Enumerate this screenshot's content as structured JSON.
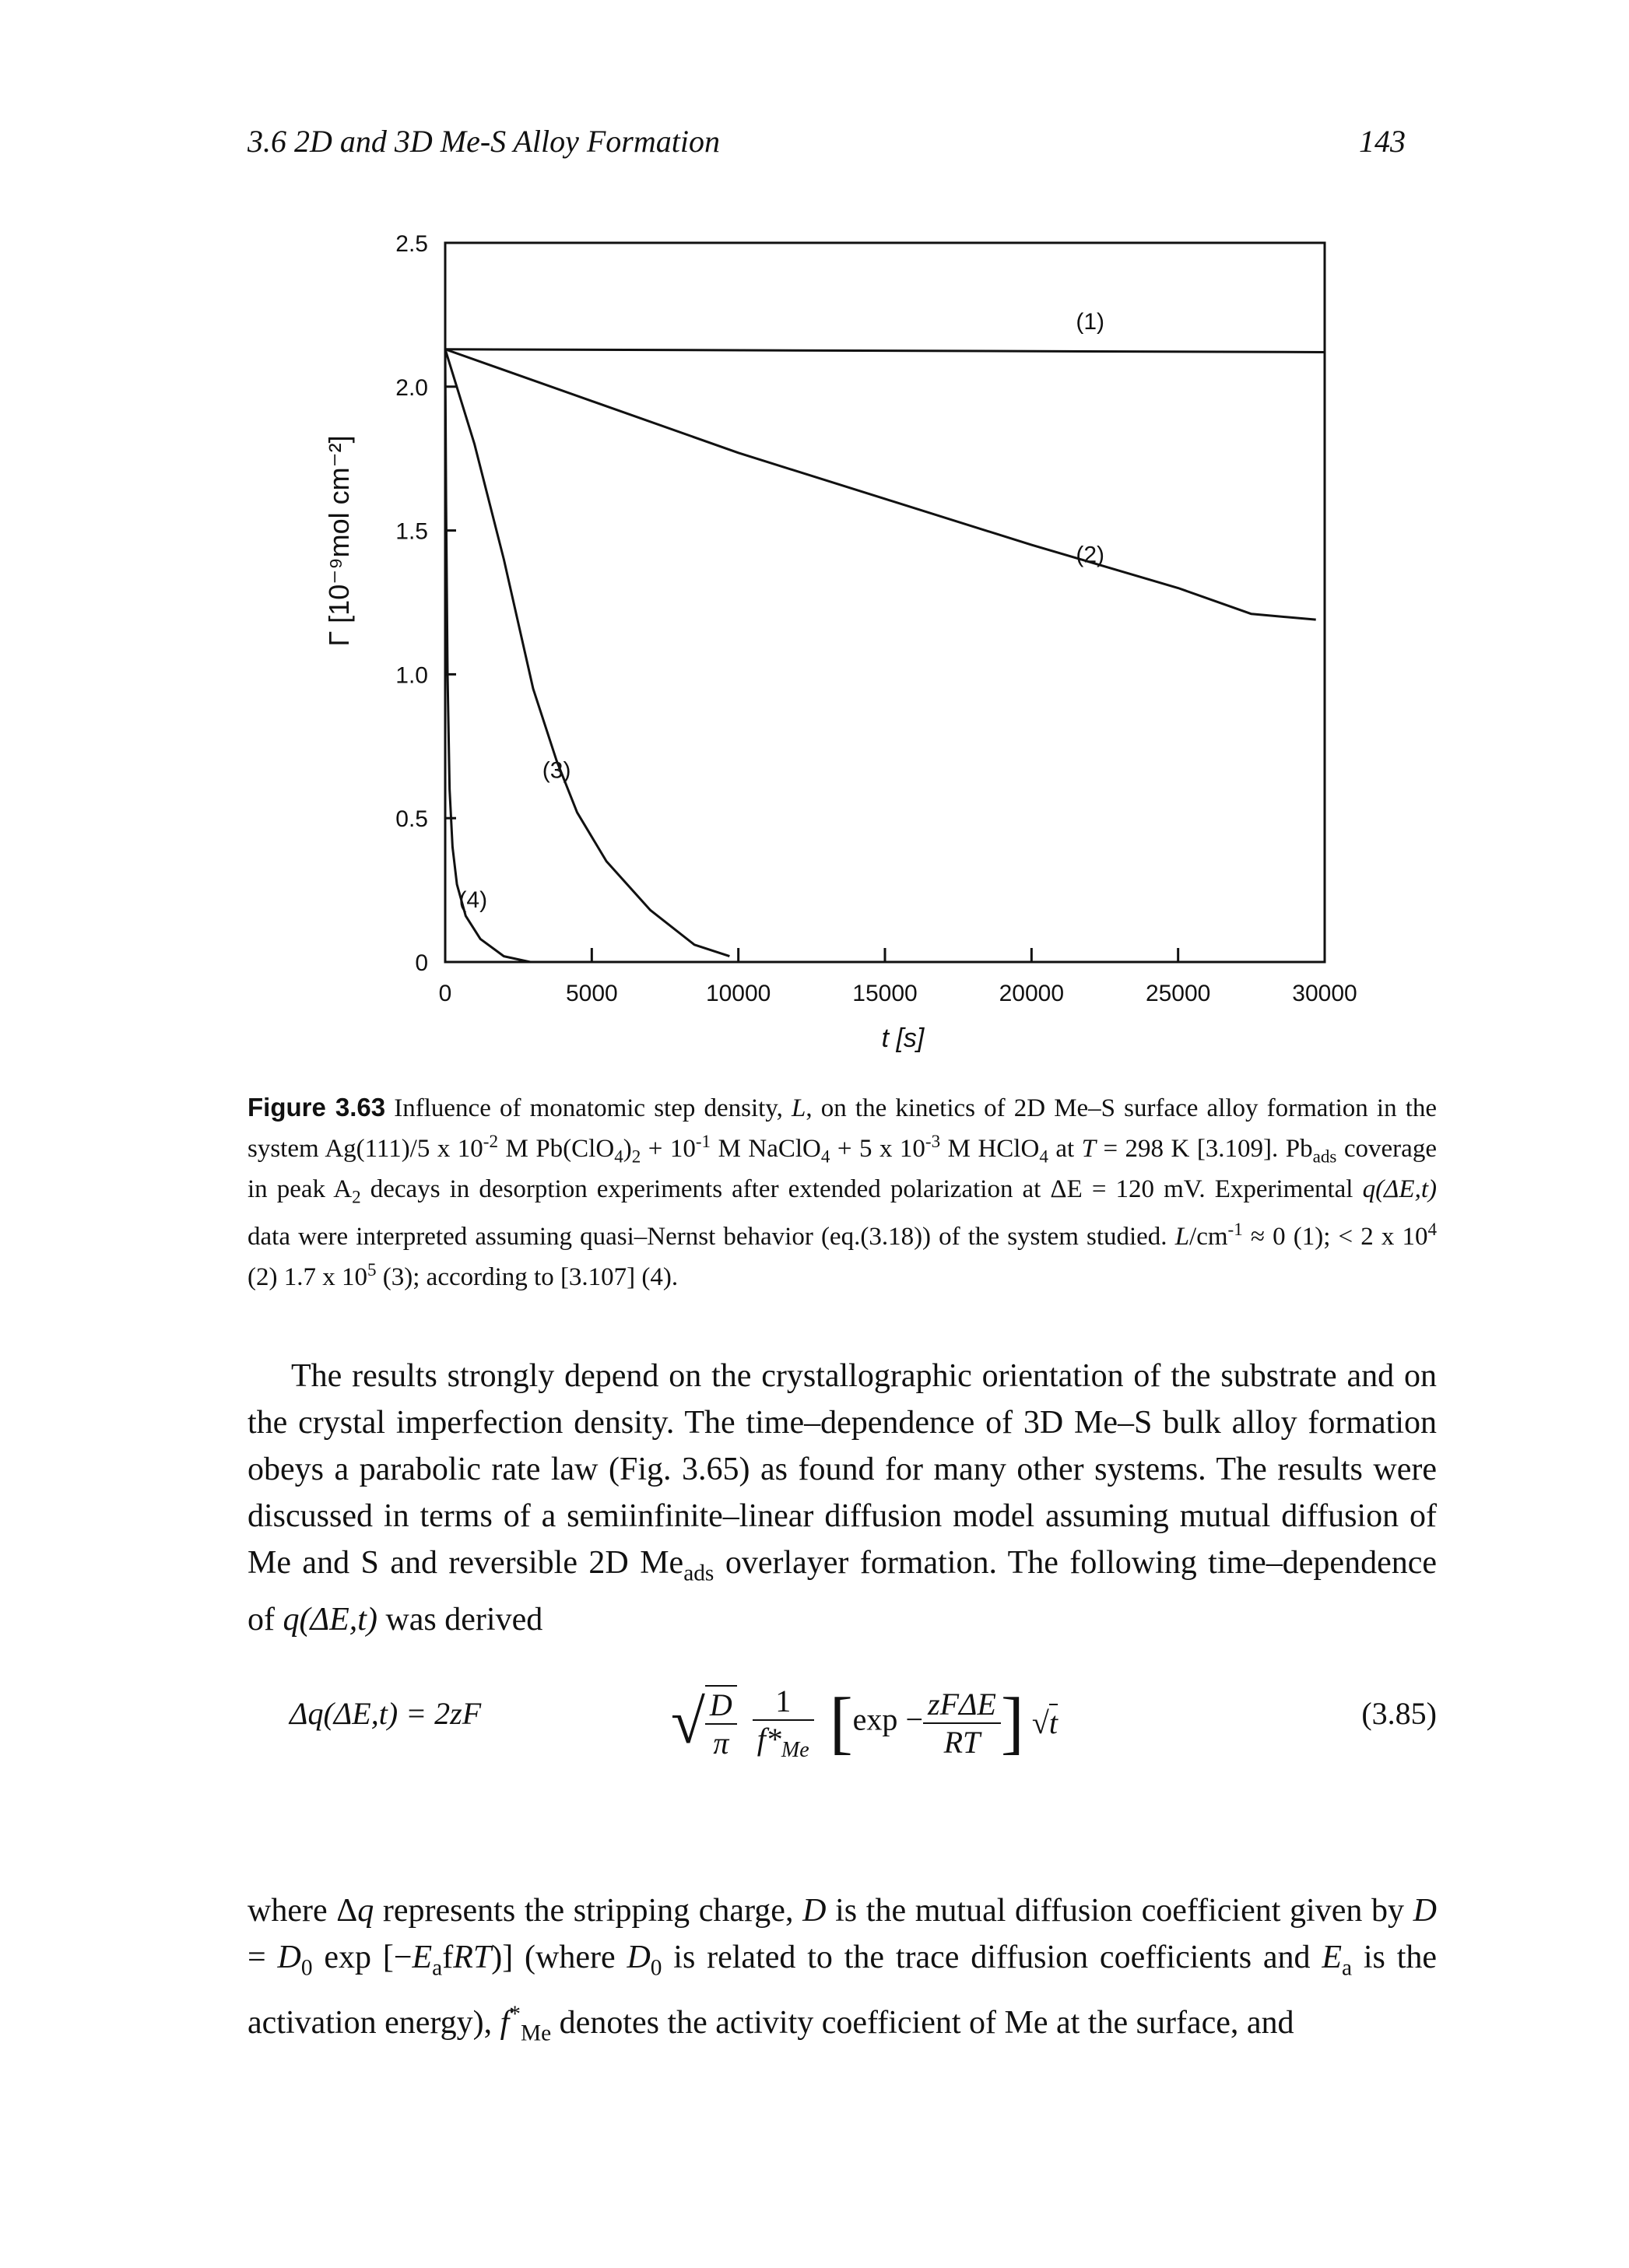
{
  "header": {
    "section": "3.6 2D and 3D Me-S Alloy Formation",
    "page": "143"
  },
  "chart_data": {
    "type": "line",
    "xlabel": "t [s]",
    "ylabel": "Γ [10⁻⁹mol cm⁻²]",
    "xlim": [
      0,
      30000
    ],
    "ylim": [
      0,
      2.5
    ],
    "xticks": [
      "0",
      "5000",
      "10000",
      "15000",
      "20000",
      "25000",
      "30000"
    ],
    "yticks": [
      "0",
      "0.5",
      "1.0",
      "1.5",
      "2.0",
      "2.5"
    ],
    "grid": false,
    "series": [
      {
        "name": "(1)",
        "x": [
          0,
          30000
        ],
        "y": [
          2.13,
          2.12
        ]
      },
      {
        "name": "(2)",
        "x": [
          0,
          5000,
          10000,
          15000,
          20000,
          25000,
          27500,
          29700
        ],
        "y": [
          2.13,
          1.95,
          1.77,
          1.61,
          1.45,
          1.3,
          1.21,
          1.19
        ]
      },
      {
        "name": "(3)",
        "x": [
          0,
          1000,
          2000,
          3000,
          3800,
          4500,
          5500,
          7000,
          8500,
          9700
        ],
        "y": [
          2.13,
          1.8,
          1.4,
          0.95,
          0.7,
          0.52,
          0.35,
          0.18,
          0.06,
          0.02
        ]
      },
      {
        "name": "(4)",
        "x": [
          0,
          30,
          80,
          150,
          250,
          400,
          700,
          1200,
          2000,
          2900
        ],
        "y": [
          2.12,
          1.6,
          1.0,
          0.6,
          0.4,
          0.27,
          0.16,
          0.08,
          0.02,
          0.0
        ]
      }
    ],
    "labels": [
      {
        "text": "(1)",
        "x": 22000,
        "y": 2.2
      },
      {
        "text": "(2)",
        "x": 22000,
        "y": 1.39
      },
      {
        "text": "(3)",
        "x": 3800,
        "y": 0.64
      },
      {
        "text": "(4)",
        "x": 950,
        "y": 0.19
      }
    ]
  },
  "caption": {
    "label": "Figure 3.63",
    "text_1": "Influence of monatomic step density, ",
    "text_L": "L",
    "text_2": ", on the kinetics of 2D Me–S surface alloy formation in the system Ag(111)/5 x 10",
    "sup_a": "-2",
    "text_3": " M Pb(ClO",
    "sub_a": "4",
    "text_4": ")",
    "sub_b": "2",
    "text_5": " + 10",
    "sup_b": "-1",
    "text_6": " M NaClO",
    "sub_c": "4",
    "text_7": " + 5 x 10",
    "sup_c": "-3",
    "text_8": " M HClO",
    "sub_d": "4",
    "text_9": " at ",
    "text_T": "T",
    "text_10": " = 298 K [3.109]. Pb",
    "sub_e": "ads",
    "text_11": " coverage in peak A",
    "sub_f": "2",
    "text_12": " decays in desorption experiments after extended polarization at ΔE = 120 mV. Experimental ",
    "text_q": "q(ΔE,t)",
    "text_13": " data were interpreted assuming quasi–Nernst behavior (eq.(3.18)) of the system studied. ",
    "text_L2": "L",
    "text_14": "/cm",
    "sup_d": "-1",
    "text_15": " ≈ 0 (1); < 2 x 10",
    "sup_e": "4",
    "text_16": " (2) 1.7 x 10",
    "sup_f": "5",
    "text_17": " (3); according to [3.107] (4)."
  },
  "paragraph1": {
    "a": "The results strongly depend on the crystallographic orientation of the substrate and on the crystal imperfection density. The time–dependence of 3D Me–S bulk alloy formation obeys a parabolic rate law (Fig. 3.65) as found for many other systems. The results were discussed in terms of a semiinfinite–linear diffusion model assuming mutual diffusion of Me and S and reversible 2D Me",
    "sub": "ads",
    "b": " overlayer formation. The following time–dependence of ",
    "q": "q(ΔE,t)",
    "c": " was derived"
  },
  "equation": {
    "lhs": "Δq(ΔE,t)  =  2",
    "zF": "zF",
    "D": "D",
    "pi": "π",
    "one": "1",
    "fme": "f*",
    "fme_sub": "Me",
    "exp": "exp",
    "minus": "−",
    "num": "zFΔE",
    "den": "RT",
    "sqrt_t": "t",
    "number": "(3.85)"
  },
  "paragraph2": {
    "a": "where Δ",
    "q": "q",
    "b": " represents the stripping charge, ",
    "D1": "D",
    "c": " is the mutual diffusion coefficient given by ",
    "D2": "D",
    "d": " = ",
    "D0": "D",
    "sub0": "0",
    "e": " exp [−",
    "Ea": "E",
    "suba": "a",
    "f": "f",
    "RT": "RT",
    "g": ")] (where ",
    "D3": "D",
    "sub1": "0",
    "h": " is related to the trace diffusion coefficients and ",
    "Ea2": "E",
    "suba2": "a",
    "i": " is the activation energy), ",
    "star": "*",
    "subMe": "Me",
    "j": " denotes the activity coefficient of Me at the surface, and"
  }
}
